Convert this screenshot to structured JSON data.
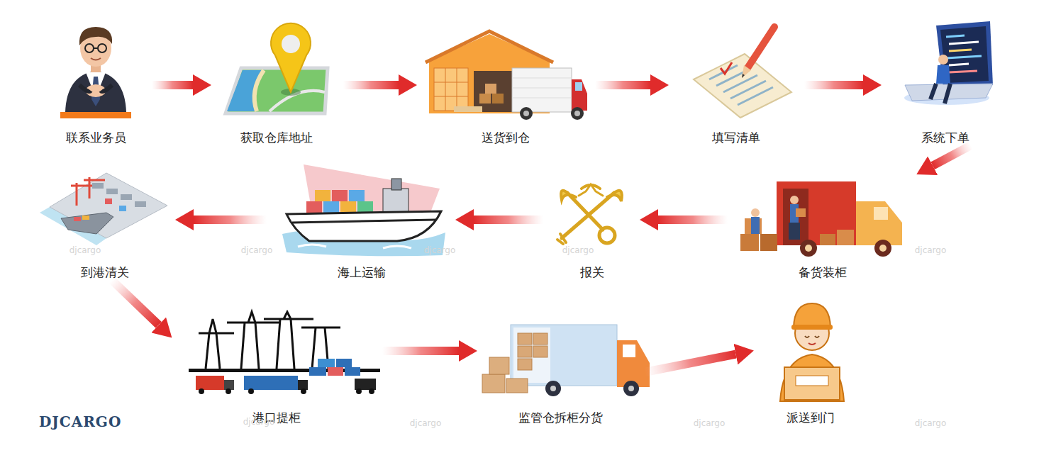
{
  "diagram": {
    "nodes": [
      {
        "text": [
          "联系业务员"
        ]
      },
      {
        "text": [
          "获取仓库地址"
        ]
      },
      {
        "text": [
          "送货到仓"
        ]
      },
      {
        "text": [
          "填写清单"
        ]
      },
      {
        "text": [
          "系统下单"
        ]
      },
      {
        "text": [
          "备货装柜"
        ]
      },
      {
        "text": [
          "报关"
        ]
      },
      {
        "text": [
          "海上运输"
        ]
      },
      {
        "text": [
          "到港清关"
        ]
      },
      {
        "text": [
          "港口提柜"
        ]
      },
      {
        "text": [
          "监管仓拆柜分货"
        ]
      },
      {
        "text": [
          "派送到门"
        ]
      }
    ],
    "edges": [
      {
        "from": 0,
        "to": 1,
        "arrow": "to"
      },
      {
        "from": 1,
        "to": 2,
        "arrow": "to"
      },
      {
        "from": 2,
        "to": 3,
        "arrow": "to"
      },
      {
        "from": 3,
        "to": 4,
        "arrow": "to"
      },
      {
        "from": 4,
        "to": 5,
        "arrow": "to"
      },
      {
        "from": 5,
        "to": 6,
        "arrow": "to"
      },
      {
        "from": 6,
        "to": 7,
        "arrow": "to"
      },
      {
        "from": 7,
        "to": 8,
        "arrow": "to"
      },
      {
        "from": 8,
        "to": 9,
        "arrow": "to"
      },
      {
        "from": 9,
        "to": 10,
        "arrow": "to"
      },
      {
        "from": 10,
        "to": 11,
        "arrow": "to"
      }
    ],
    "labels": [
      "DJCARGO",
      "djcargo",
      "djcargo",
      "djcargo",
      "djcargo",
      "djcargo",
      "djcargo",
      "djcargo",
      "djcargo",
      "djcargo"
    ]
  }
}
